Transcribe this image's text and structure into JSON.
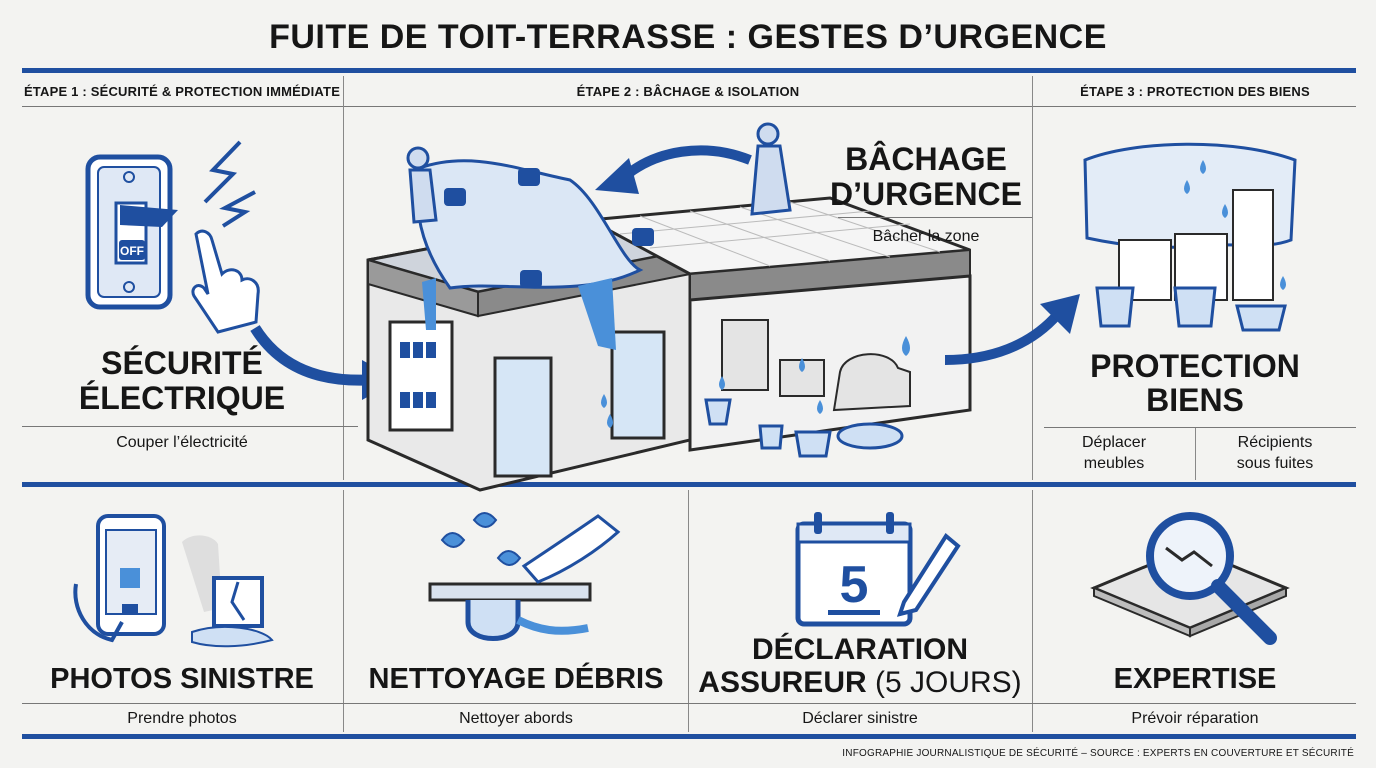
{
  "title": "FUITE DE TOIT-TERRASSE : GESTES D’URGENCE",
  "steps": {
    "step1": "ÉTAPE 1 : SÉCURITÉ & PROTECTION IMMÉDIATE",
    "step2": "ÉTAPE 2 : BÂCHAGE & ISOLATION",
    "step3": "ÉTAPE 3 : PROTECTION DES BIENS"
  },
  "panels": {
    "securite": {
      "title_l1": "SÉCURITÉ",
      "title_l2": "ÉLECTRIQUE",
      "caption": "Couper l’électricité",
      "switch_label": "OFF"
    },
    "bachage": {
      "title_l1": "BÂCHAGE",
      "title_l2": "D’URGENCE",
      "caption": "Bâcher la zone"
    },
    "protection": {
      "title_l1": "PROTECTION",
      "title_l2": "BIENS",
      "caption_left_l1": "Déplacer",
      "caption_left_l2": "meubles",
      "caption_right_l1": "Récipients",
      "caption_right_l2": "sous fuites"
    },
    "photos": {
      "title": "PHOTOS SINISTRE",
      "caption": "Prendre photos"
    },
    "nettoyage": {
      "title": "NETTOYAGE DÉBRIS",
      "caption": "Nettoyer abords"
    },
    "declaration": {
      "title_l1": "DÉCLARATION",
      "title_l2_bold": "ASSUREUR",
      "title_l2_light": "(5 JOURS)",
      "caption": "Déclarer sinistre",
      "calendar_number": "5"
    },
    "expertise": {
      "title": "EXPERTISE",
      "caption": "Prévoir réparation"
    }
  },
  "footer": "INFOGRAPHIE JOURNALISTIQUE DE SÉCURITÉ – SOURCE : EXPERTS EN COUVERTURE ET SÉCURITÉ",
  "colors": {
    "accent": "#1f4fa0",
    "water": "#4a90d9",
    "line": "#2a2a2a"
  }
}
